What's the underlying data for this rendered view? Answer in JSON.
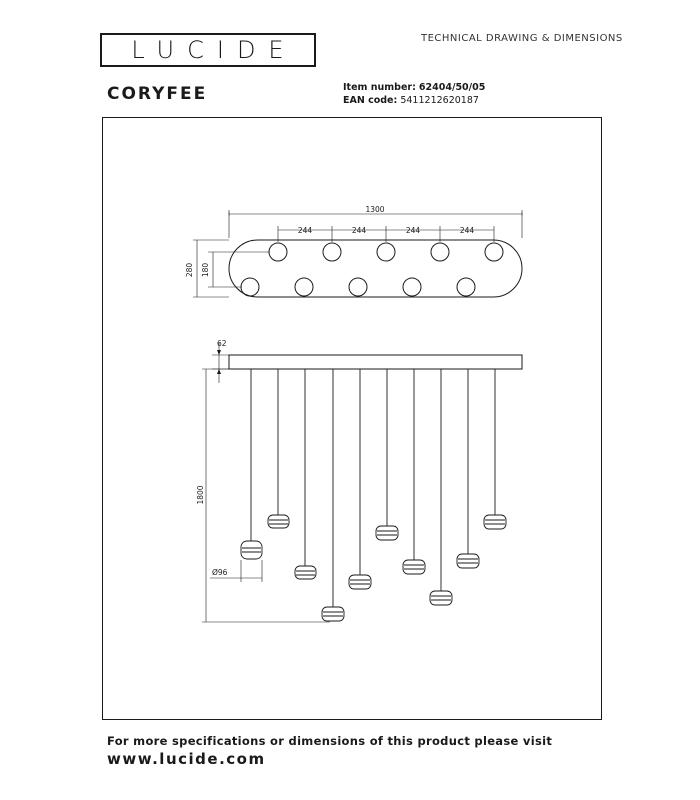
{
  "brand": {
    "logo": "LUCIDE"
  },
  "header": {
    "caption": "TECHNICAL DRAWING & DIMENSIONS"
  },
  "product": {
    "name": "CORYFEE",
    "item_label": "Item number:",
    "item_value": "62404/50/05",
    "ean_label": "EAN code:",
    "ean_value": "5411212620187"
  },
  "dimensions": {
    "total_length": "1300",
    "spacing": "244",
    "canopy_depth_outer": "280",
    "canopy_depth_inner": "180",
    "canopy_height": "62",
    "cable_length": "1800",
    "shade_diameter": "Ø96"
  },
  "footer": {
    "note": "For more specifications or dimensions of this product please visit",
    "url": "www.lucide.com"
  }
}
